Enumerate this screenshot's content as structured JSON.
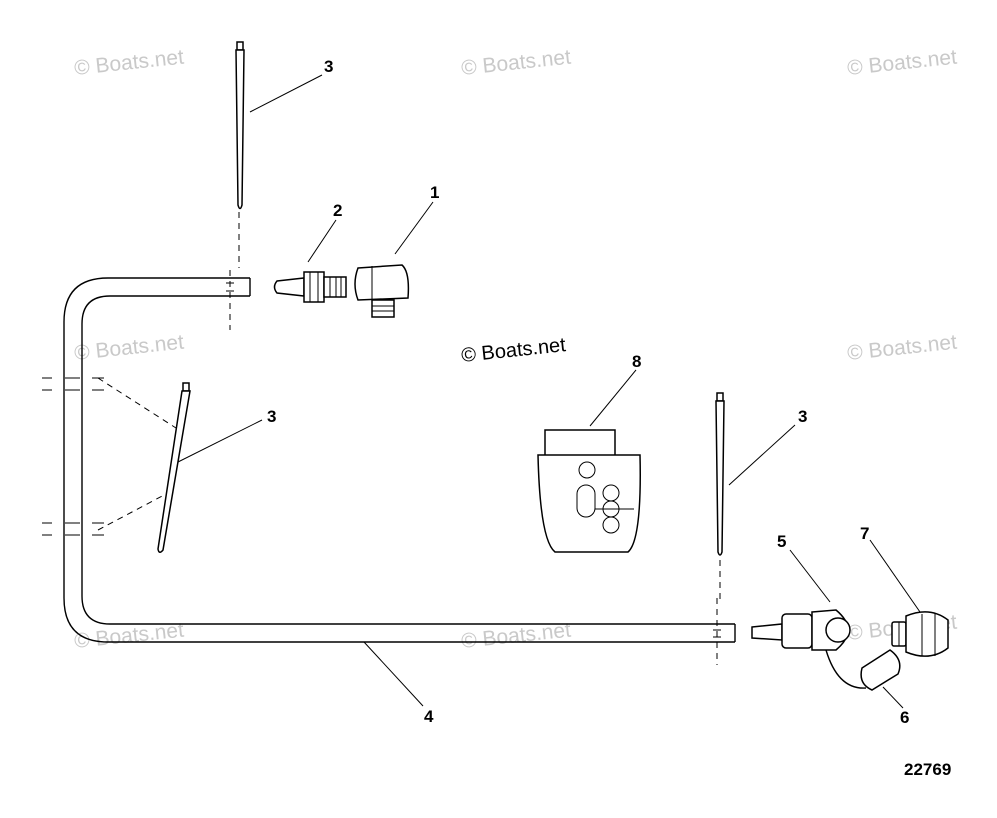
{
  "watermark": "© Boats.net",
  "center_watermark": "© Boats.net",
  "figure_number": "22769",
  "callouts": {
    "c1": "1",
    "c2": "2",
    "c3a": "3",
    "c3b": "3",
    "c3c": "3",
    "c4": "4",
    "c5": "5",
    "c6": "6",
    "c7": "7",
    "c8": "8"
  }
}
